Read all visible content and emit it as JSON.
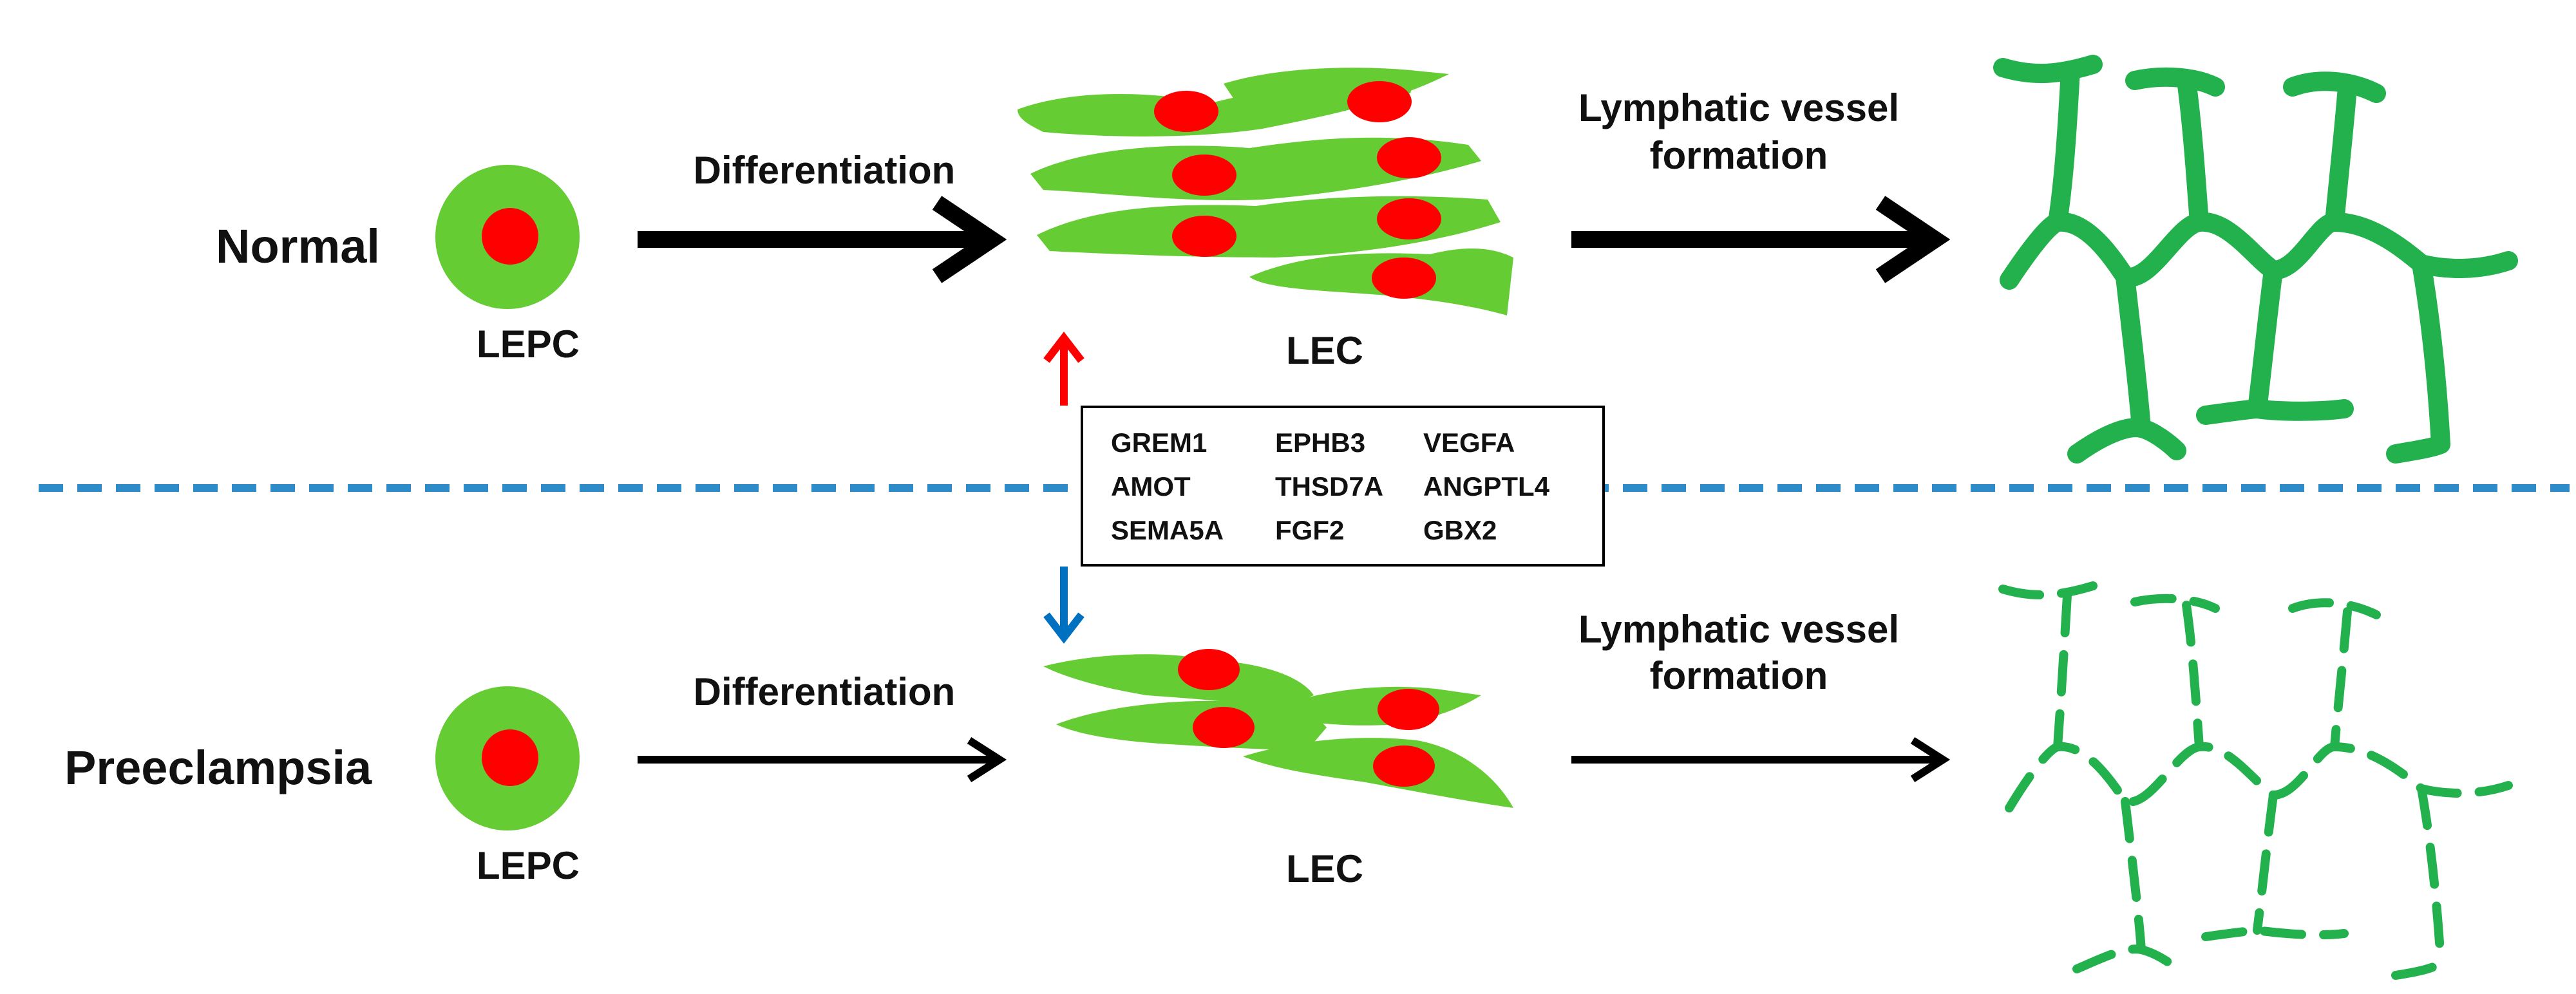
{
  "rows": {
    "normal": {
      "condition": "Normal",
      "progenitor": "LEPC",
      "step1": "Differentiation",
      "cell": "LEC",
      "step2_line1": "Lymphatic vessel",
      "step2_line2": "formation"
    },
    "preeclampsia": {
      "condition": "Preeclampsia",
      "progenitor": "LEPC",
      "step1": "Differentiation",
      "cell": "LEC",
      "step2_line1": "Lymphatic vessel",
      "step2_line2": "formation"
    }
  },
  "genes": {
    "col1": [
      "GREM1",
      "AMOT",
      "SEMA5A"
    ],
    "col2": [
      "EPHB3",
      "THSD7A",
      "FGF2"
    ],
    "col3": [
      "VEGFA",
      "ANGPTL4",
      "GBX2"
    ]
  },
  "regulation": {
    "normal": "up-arrow",
    "preeclampsia": "down-arrow"
  },
  "colors": {
    "cell_green": "#66CC33",
    "nucleus_red": "#FF0000",
    "vessel_green": "#22B14C",
    "divider_blue": "#2E8BC9",
    "up_arrow": "#FF0000",
    "down_arrow": "#0070C0",
    "arrow_black": "#000000"
  }
}
